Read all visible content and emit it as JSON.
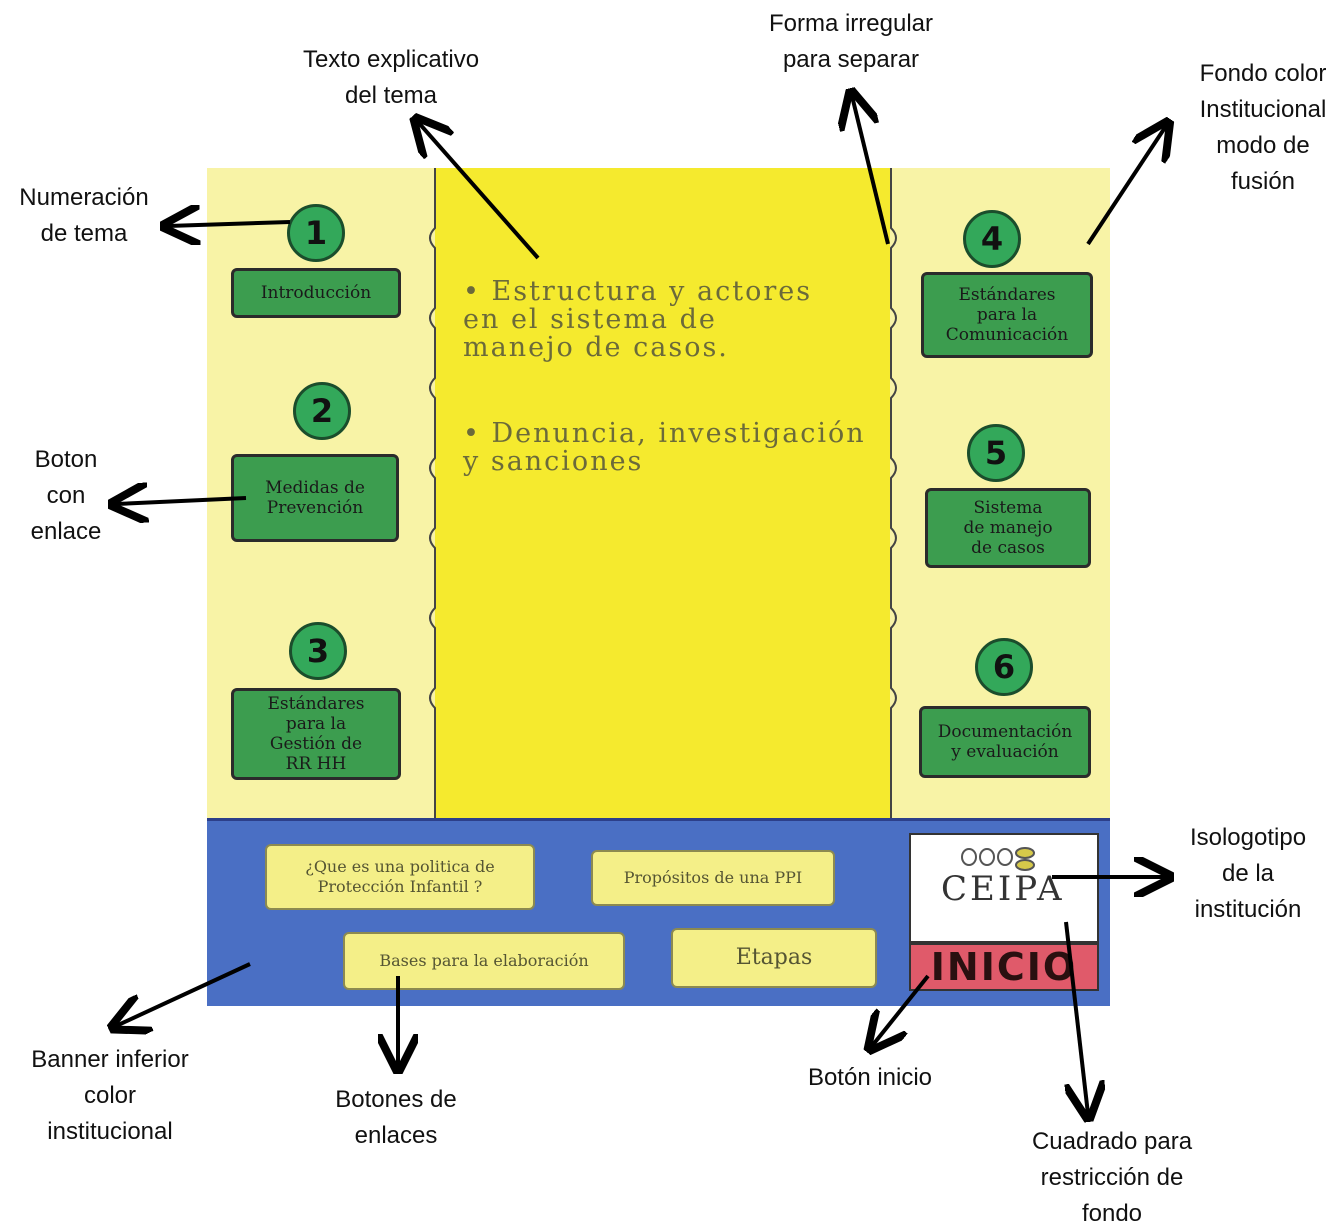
{
  "annotations": {
    "numeracion": "Numeración\nde tema",
    "texto": "Texto explicativo\ndel tema",
    "forma": "Forma irregular\npara separar",
    "fondo": "Fondo color\nInstitucional\nmodo de\nfusión",
    "boton": "Boton\ncon\nenlace",
    "isologotipo": "Isologotipo\nde la\ninstitución",
    "banner": "Banner inferior\ncolor\ninstitucional",
    "botones_enlaces": "Botones de\nenlaces",
    "boton_inicio": "Botón inicio",
    "cuadrado": "Cuadrado para\nrestricción de\nfondo"
  },
  "topics": [
    {
      "num": "1",
      "label": "Introducción"
    },
    {
      "num": "2",
      "label": "Medidas de\nPrevención"
    },
    {
      "num": "3",
      "label": "Estándares\npara la\nGestión de\nRR HH"
    },
    {
      "num": "4",
      "label": "Estándares\npara la\nComunicación"
    },
    {
      "num": "5",
      "label": "Sistema\nde manejo\nde casos"
    },
    {
      "num": "6",
      "label": "Documentación\ny evaluación"
    }
  ],
  "content": {
    "bullet1": "• Estructura y actores\n  en el sistema de\n  manejo de casos.",
    "bullet2": "• Denuncia, investigación\n  y sanciones"
  },
  "links": [
    "¿Que es una politica de\nProtección Infantil ?",
    "Propósitos de una PPI",
    "Bases para la elaboración",
    "Etapas"
  ],
  "logo": "CEIPA",
  "home_label": "INICIO",
  "colors": {
    "panel_side": "#f8f3a6",
    "panel_center": "#f5ea2e",
    "topic_green": "#3c9d4f",
    "banner_blue": "#4a6fc4",
    "home_red": "#e05a6a"
  }
}
